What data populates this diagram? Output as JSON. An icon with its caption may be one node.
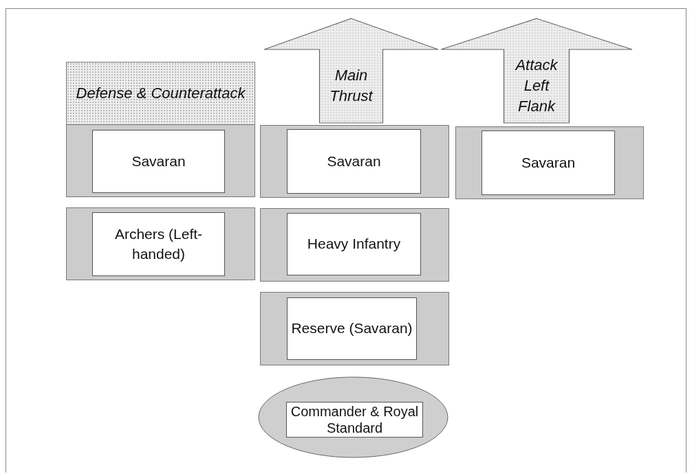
{
  "diagram": {
    "nodes": [
      {
        "text": [
          "Defense & Counterattack"
        ]
      },
      {
        "text": [
          "Main Thrust"
        ]
      },
      {
        "text": [
          "Attack Left Flank"
        ]
      },
      {
        "text": [],
        "shape": "box"
      },
      {
        "text": [
          "Savaran"
        ],
        "in": 3
      },
      {
        "text": [],
        "shape": "box"
      },
      {
        "text": [
          "Savaran"
        ],
        "in": 5
      },
      {
        "text": [],
        "shape": "box"
      },
      {
        "text": [
          "Savaran"
        ],
        "in": 7
      },
      {
        "text": [],
        "shape": "box"
      },
      {
        "text": [
          "Archers (Left-handed)"
        ],
        "in": 9
      },
      {
        "text": [],
        "shape": "box"
      },
      {
        "text": [
          "Heavy Infantry"
        ],
        "in": 11
      },
      {
        "text": [],
        "shape": "box"
      },
      {
        "text": [
          "Reserve (Savaran)"
        ],
        "in": 13
      },
      {
        "text": [],
        "shape": "ellipse"
      },
      {
        "text": [
          "Commander & Royal Standard"
        ],
        "in": 15
      }
    ],
    "edges": []
  }
}
